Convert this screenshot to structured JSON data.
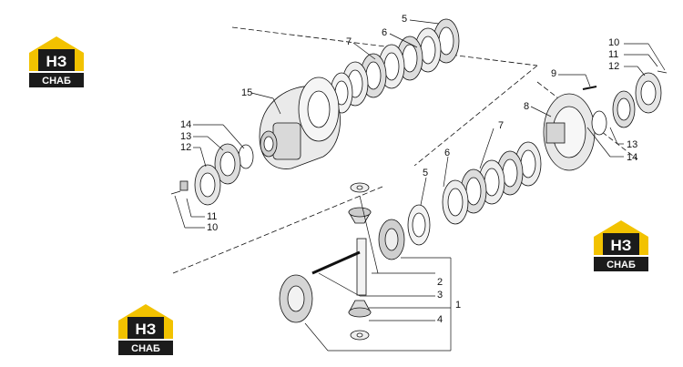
{
  "brand": {
    "logo_top": "НЗ",
    "logo_bottom": "СНАБ",
    "gold": "#f2c200",
    "dark": "#1b1b1b"
  },
  "callouts": [
    "1",
    "2",
    "3",
    "4",
    "5",
    "6",
    "7",
    "8",
    "9",
    "10",
    "11",
    "12",
    "13",
    "14",
    "15"
  ],
  "labels": {
    "c1": "1",
    "c2": "2",
    "c3": "3",
    "c4": "4",
    "c5_top": "5",
    "c6_top": "6",
    "c7_top": "7",
    "c5_low": "5",
    "c6_low": "6",
    "c7_low": "7",
    "c8": "8",
    "c9": "9",
    "c10_right": "10",
    "c11_right": "11",
    "c12_right": "12",
    "c13_right": "13",
    "c14_right": "14",
    "c14_left": "14",
    "c13_left": "13",
    "c12_left": "12",
    "c11_left": "11",
    "c10_left": "10",
    "c15": "15"
  }
}
